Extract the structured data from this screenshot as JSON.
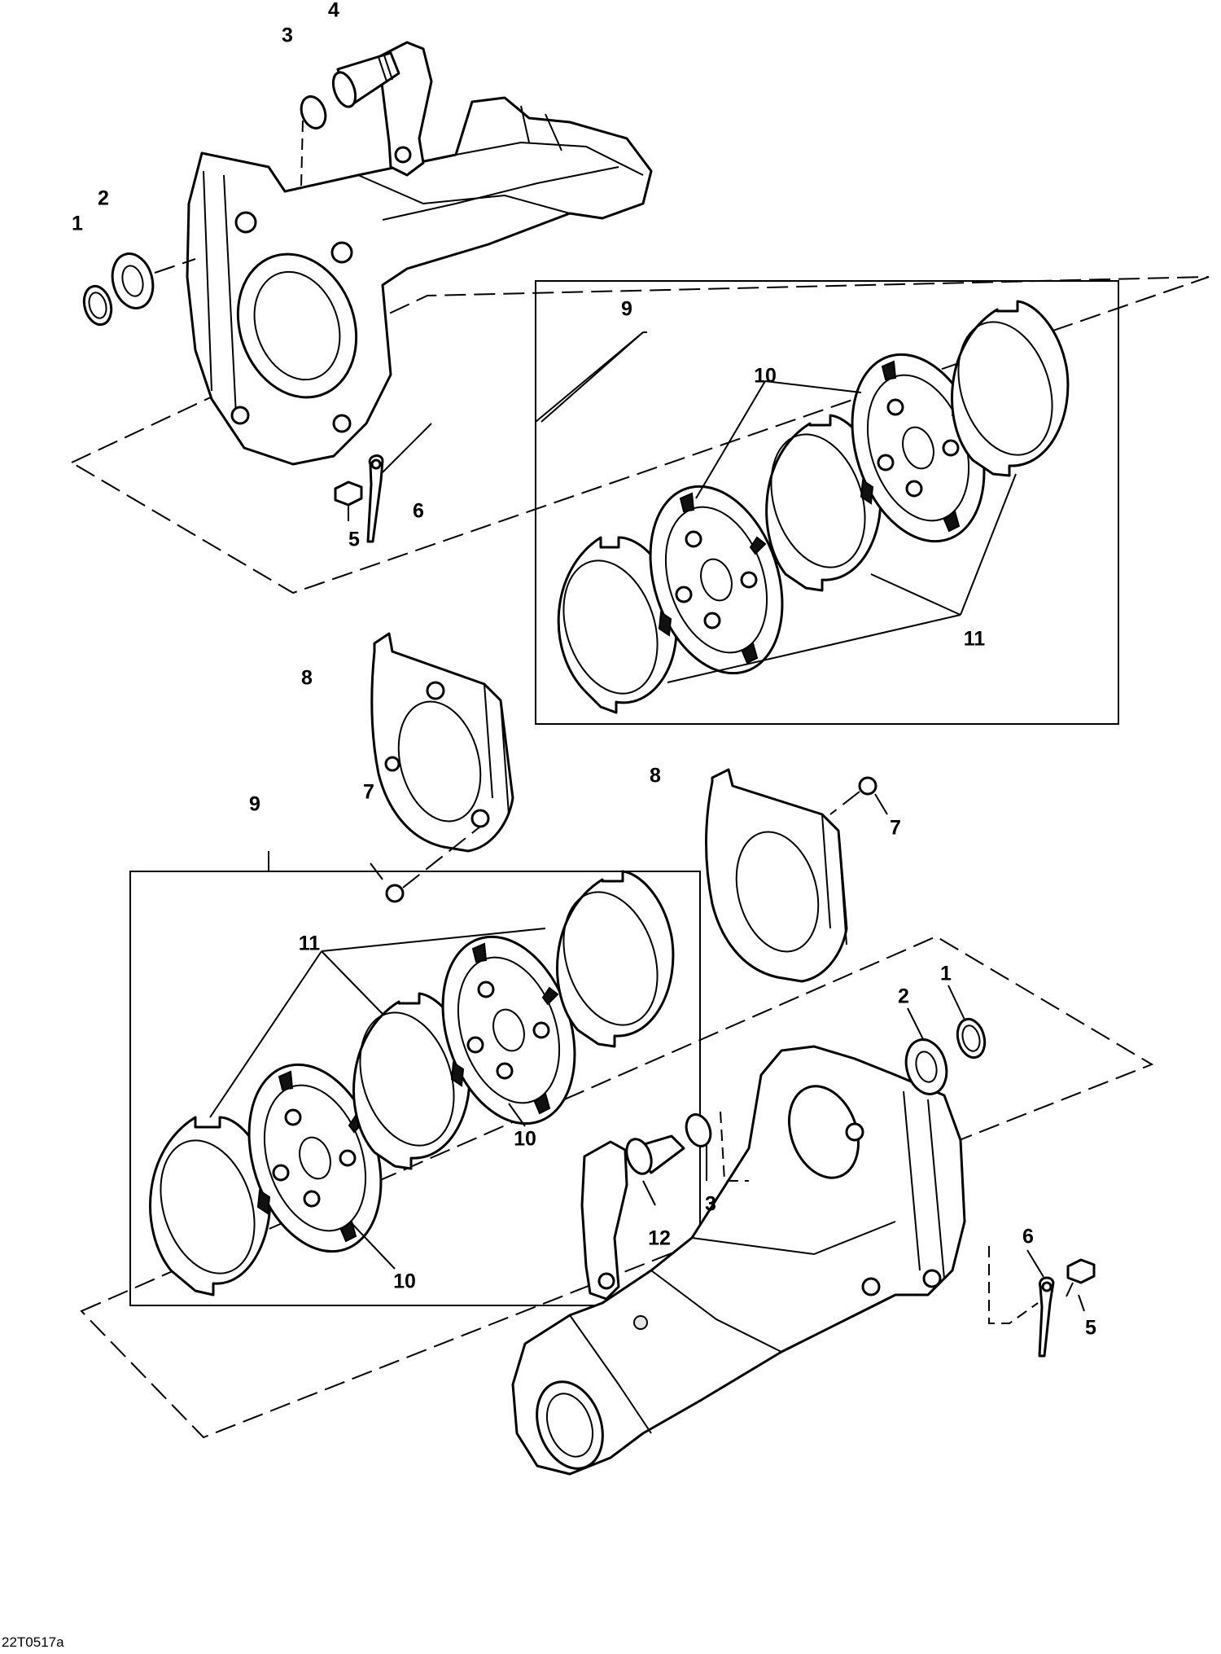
{
  "figure_id": "22T0517a",
  "callouts": {
    "c_1a": "1",
    "c_2a": "2",
    "c_3a": "3",
    "c_4": "4",
    "c_5a": "5",
    "c_6a": "6",
    "c_9a": "9",
    "c_10a": "10",
    "c_11a": "11",
    "c_8a": "8",
    "c_7a": "7",
    "c_8b": "8",
    "c_7b": "7",
    "c_9b": "9",
    "c_11b": "11",
    "c_10b": "10",
    "c_10c": "10",
    "c_2b": "2",
    "c_1b": "1",
    "c_3b": "3",
    "c_12": "12",
    "c_6b": "6",
    "c_5b": "5"
  }
}
